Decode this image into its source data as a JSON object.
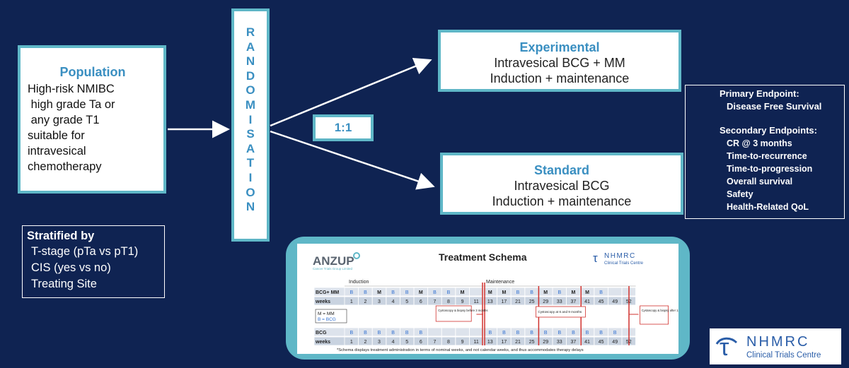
{
  "population": {
    "title": "Population",
    "lines": [
      "High-risk NMIBC",
      " high grade Ta or",
      " any grade T1",
      "suitable for",
      "intravesical",
      "chemotherapy"
    ]
  },
  "randomisation": {
    "letters": [
      "R",
      "A",
      "N",
      "D",
      "O",
      "M",
      "I",
      "S",
      "A",
      "T",
      "I",
      "O",
      "N"
    ]
  },
  "ratio": "1:1",
  "experimental": {
    "title": "Experimental",
    "line1": "Intravesical BCG + MM",
    "line2": "Induction + maintenance"
  },
  "standard": {
    "title": "Standard",
    "line1": "Intravesical BCG",
    "line2": "Induction + maintenance"
  },
  "endpoints": {
    "primary_heading": "Primary Endpoint:",
    "primary": "Disease Free Survival",
    "secondary_heading": "Secondary Endpoints:",
    "secondary": [
      "CR @ 3 months",
      "Time-to-recurrence",
      "Time-to-progression",
      "Overall survival",
      "Safety",
      "Health-Related QoL"
    ]
  },
  "stratified": {
    "heading": "Stratified by",
    "items": [
      "T-stage (pTa vs pT1)",
      "CIS (yes vs no)",
      "Treating Site"
    ]
  },
  "schema": {
    "title": "Treatment Schema",
    "anzup_name": "ANZUP",
    "anzup_sub": "Cancer Trials Group Limited",
    "nhmrc_name": "NHMRC",
    "nhmrc_sub": "Clinical Trials Centre",
    "induction_label": "Induction",
    "maintenance_label": "Maintenance",
    "row1_label": "BCG+ MM",
    "row1_cells": [
      "B",
      "B",
      "M",
      "B",
      "B",
      "M",
      "B",
      "B",
      "M",
      "",
      "M",
      "M",
      "B",
      "B",
      "M",
      "B",
      "M",
      "M",
      "B",
      ""
    ],
    "weeks_label": "weeks",
    "weeks": [
      "1",
      "2",
      "3",
      "4",
      "5",
      "6",
      "7",
      "8",
      "9",
      "11",
      "13",
      "17",
      "21",
      "25",
      "29",
      "33",
      "37",
      "41",
      "45",
      "49",
      "52"
    ],
    "row2_label": "BCG",
    "row2_cells": [
      "B",
      "B",
      "B",
      "B",
      "B",
      "B",
      "",
      "",
      "",
      "",
      "B",
      "B",
      "B",
      "B",
      "B",
      "B",
      "B",
      "B",
      "B",
      "B",
      ""
    ],
    "legend_m": "M = MM",
    "legend_b": "B = BCG",
    "note1": "Cystoscopy & biopsy before 3 months",
    "note2": "Cystoscopy at 6 and 9 months",
    "note3": "Cystoscopy & biopsy after 12 months",
    "footnote": "*Schema displays treatment administration in terms of nominal weeks, and not calendar weeks, and thus accommodates therapy delays"
  },
  "logo": {
    "name": "NHMRC",
    "sub": "Clinical Trials Centre"
  },
  "colors": {
    "background": "#0f2352",
    "accent": "#5fb7c7",
    "heading_blue": "#3a8fc1",
    "schema_red": "#d0312d"
  }
}
